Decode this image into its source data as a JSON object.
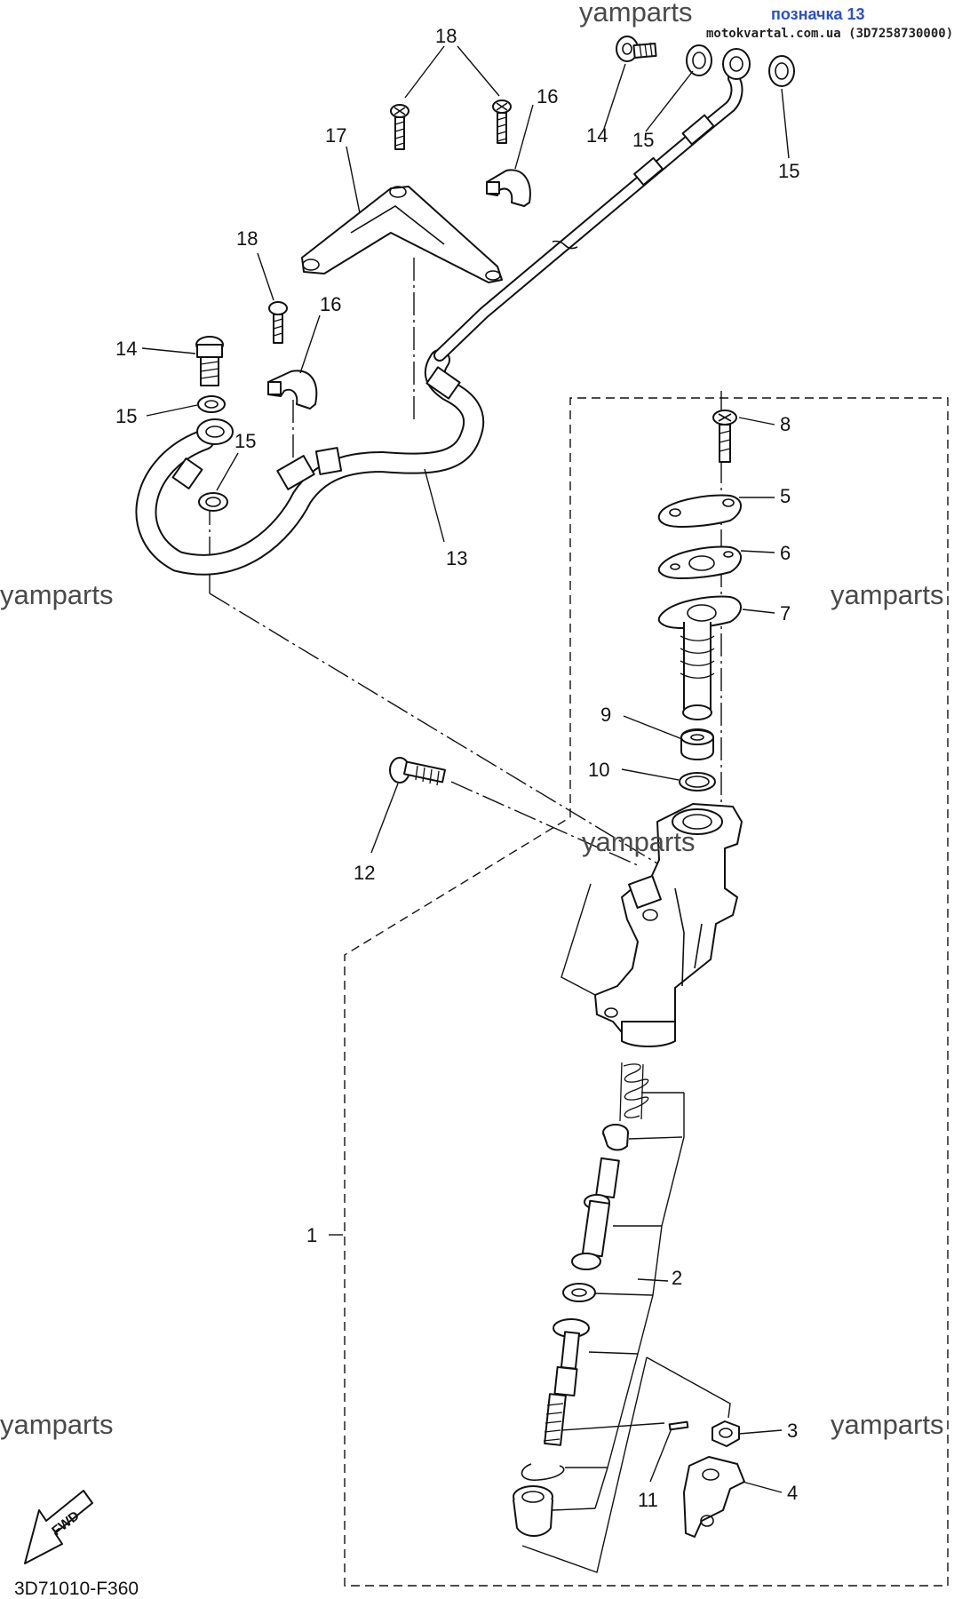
{
  "watermark": {
    "text": "yamparts"
  },
  "reference": {
    "label": "позначка 13",
    "site": "motokvartal.com.ua (3D7258730000)"
  },
  "diagram_code": "3D71010-F360",
  "direction_label": "FWD",
  "callouts": {
    "c1": "1",
    "c2": "2",
    "c3": "3",
    "c4": "4",
    "c5": "5",
    "c6": "6",
    "c7": "7",
    "c8": "8",
    "c9": "9",
    "c10": "10",
    "c11": "11",
    "c12": "12",
    "c13": "13",
    "c14a": "14",
    "c14b": "14",
    "c15a": "15",
    "c15b": "15",
    "c15c": "15",
    "c15d": "15",
    "c16a": "16",
    "c16b": "16",
    "c17": "17",
    "c18a": "18",
    "c18b": "18"
  }
}
